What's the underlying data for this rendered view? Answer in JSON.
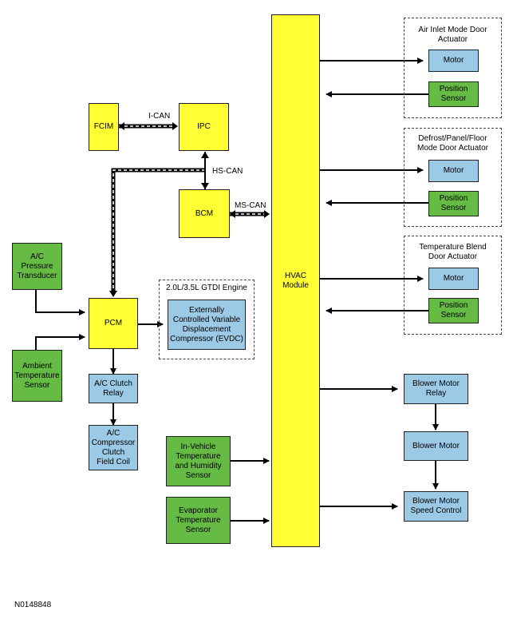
{
  "nodes": {
    "hvac": "HVAC\nModule",
    "fcim": "FCIM",
    "ipc": "IPC",
    "bcm": "BCM",
    "pcm": "PCM",
    "ac_pressure": "A/C\nPressure\nTransducer",
    "ambient": "Ambient\nTemperature\nSensor",
    "evdc": "Externally\nControlled Variable\nDisplacement\nCompressor (EVDC)",
    "ac_relay": "A/C Clutch\nRelay",
    "ac_coil": "A/C\nCompressor\nClutch\nField Coil",
    "invehicle": "In-Vehicle\nTemperature\nand Humidity\nSensor",
    "evaporator": "Evaporator\nTemperature\nSensor",
    "motor_1": "Motor",
    "position_1": "Position\nSensor",
    "motor_2": "Motor",
    "position_2": "Position\nSensor",
    "motor_3": "Motor",
    "position_3": "Position\nSensor",
    "blower_relay": "Blower Motor\nRelay",
    "blower_motor": "Blower Motor",
    "blower_speed": "Blower Motor\nSpeed Control"
  },
  "groups": {
    "air_inlet": "Air Inlet Mode Door\nActuator",
    "defrost": "Defrost/Panel/Floor\nMode Door Actuator",
    "temp_blend": "Temperature Blend\nDoor Actuator",
    "engine": "2.0L/3.5L GTDI Engine"
  },
  "bus_labels": {
    "ican": "I-CAN",
    "hscan": "HS-CAN",
    "mscan": "MS-CAN"
  },
  "footer": "N0148848",
  "colors": {
    "module": "#ffff33",
    "actuator": "#9cc9e6",
    "sensor": "#66bb44"
  }
}
